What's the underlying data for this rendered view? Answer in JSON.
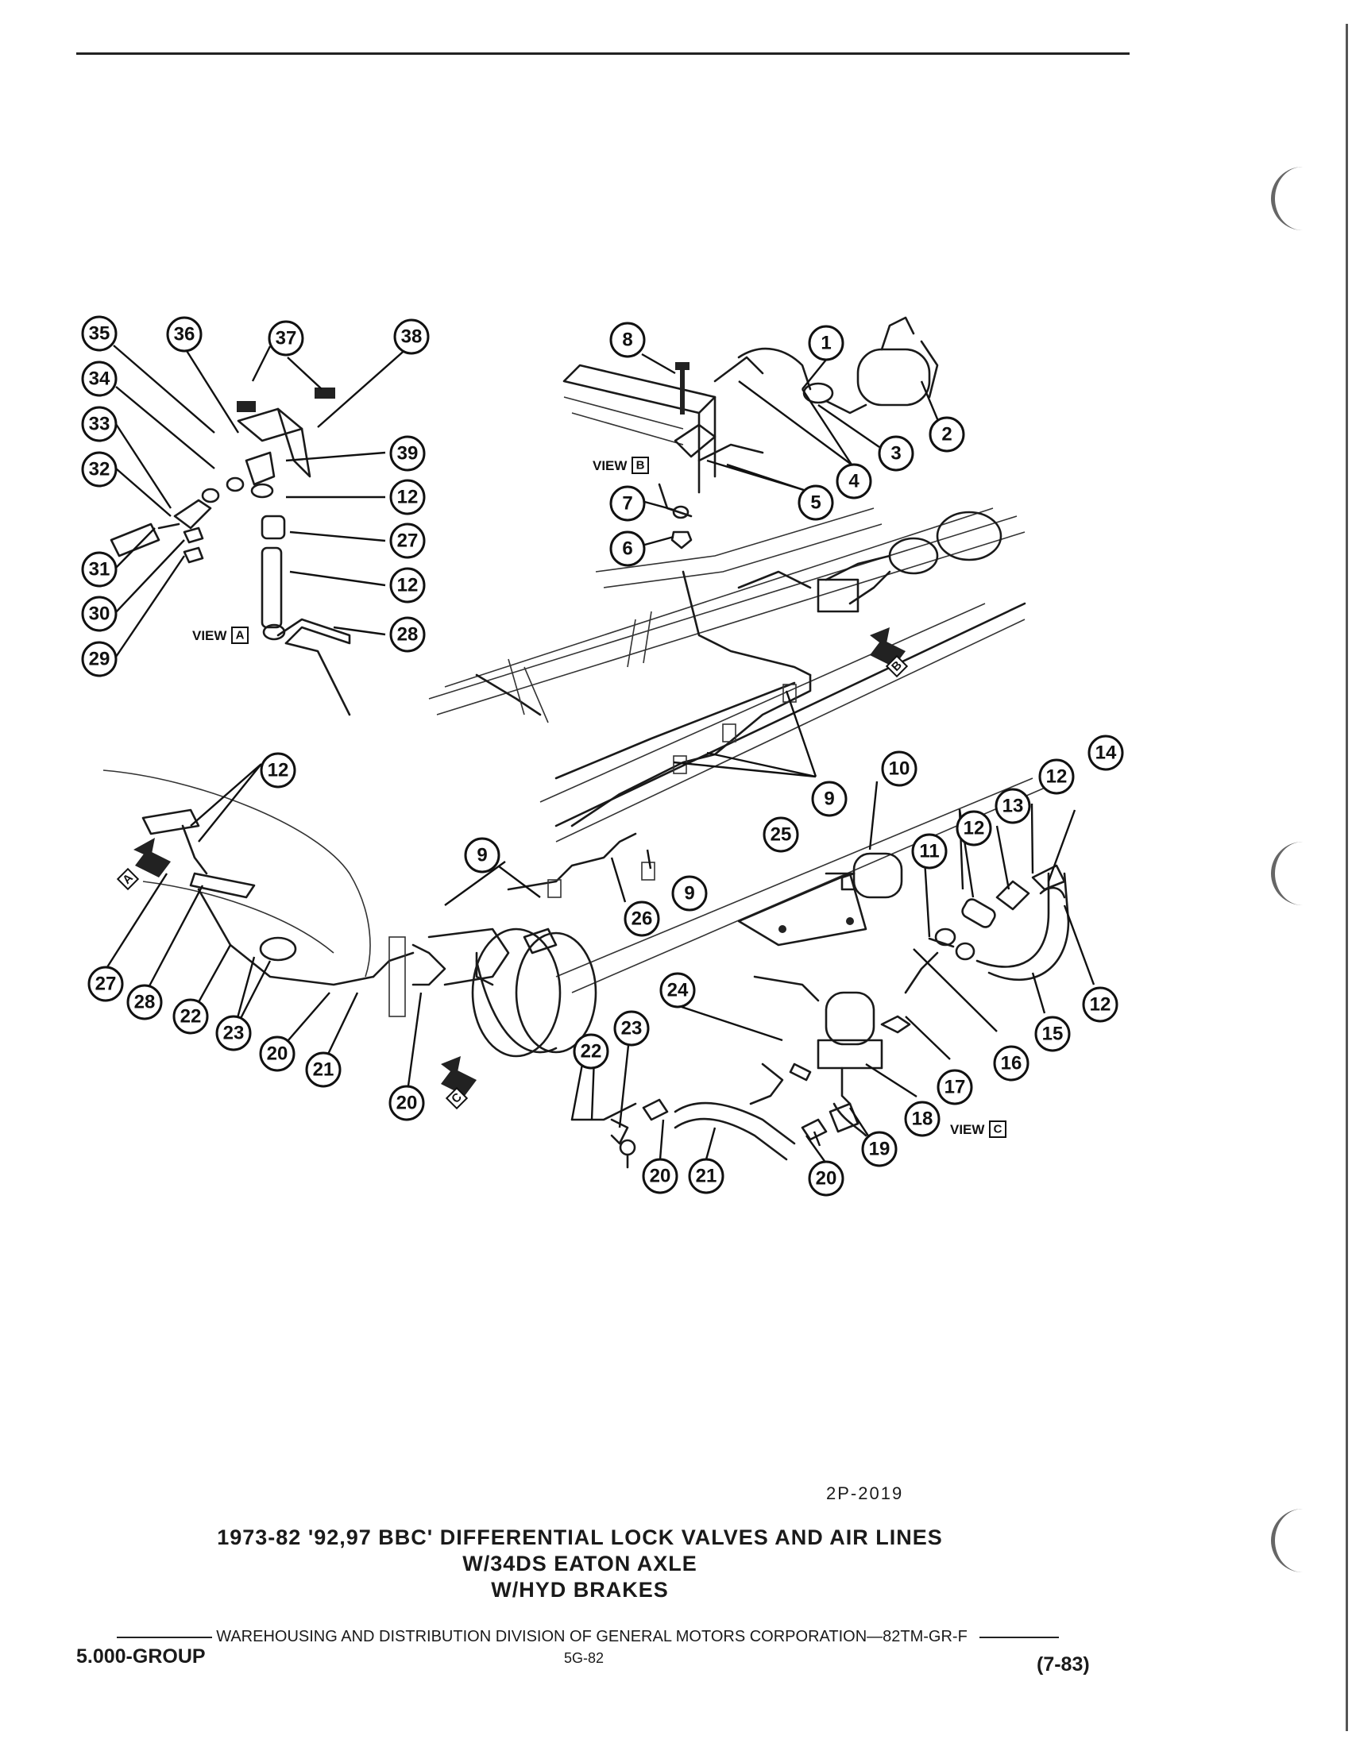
{
  "figure": {
    "code": "2P-2019",
    "title_lines": [
      "1973-82 '92,97 BBC' DIFFERENTIAL LOCK VALVES AND AIR LINES",
      "W/34DS EATON AXLE",
      "W/HYD BRAKES"
    ]
  },
  "views": {
    "a": {
      "word": "VIEW",
      "letter": "A"
    },
    "b": {
      "word": "VIEW",
      "letter": "B"
    },
    "c": {
      "word": "VIEW",
      "letter": "C"
    }
  },
  "callouts": {
    "n1": "1",
    "n2": "2",
    "n3": "3",
    "n4": "4",
    "n5": "5",
    "n6": "6",
    "n7": "7",
    "n8": "8",
    "n9": "9",
    "n10": "10",
    "n11": "11",
    "n12": "12",
    "n13": "13",
    "n14": "14",
    "n15": "15",
    "n16": "16",
    "n17": "17",
    "n18": "18",
    "n19": "19",
    "n20": "20",
    "n21": "21",
    "n22": "22",
    "n23": "23",
    "n24": "24",
    "n25": "25",
    "n26": "26",
    "n27": "27",
    "n28": "28",
    "n29": "29",
    "n30": "30",
    "n31": "31",
    "n32": "32",
    "n33": "33",
    "n34": "34",
    "n35": "35",
    "n36": "36",
    "n37": "37",
    "n38": "38",
    "n39": "39"
  },
  "footer": {
    "distribution_line": "WAREHOUSING AND DISTRIBUTION  DIVISION OF GENERAL MOTORS CORPORATION—82TM-GR-F",
    "group": "5.000-GROUP",
    "page": "5G-82",
    "revision": "(7-83)"
  }
}
